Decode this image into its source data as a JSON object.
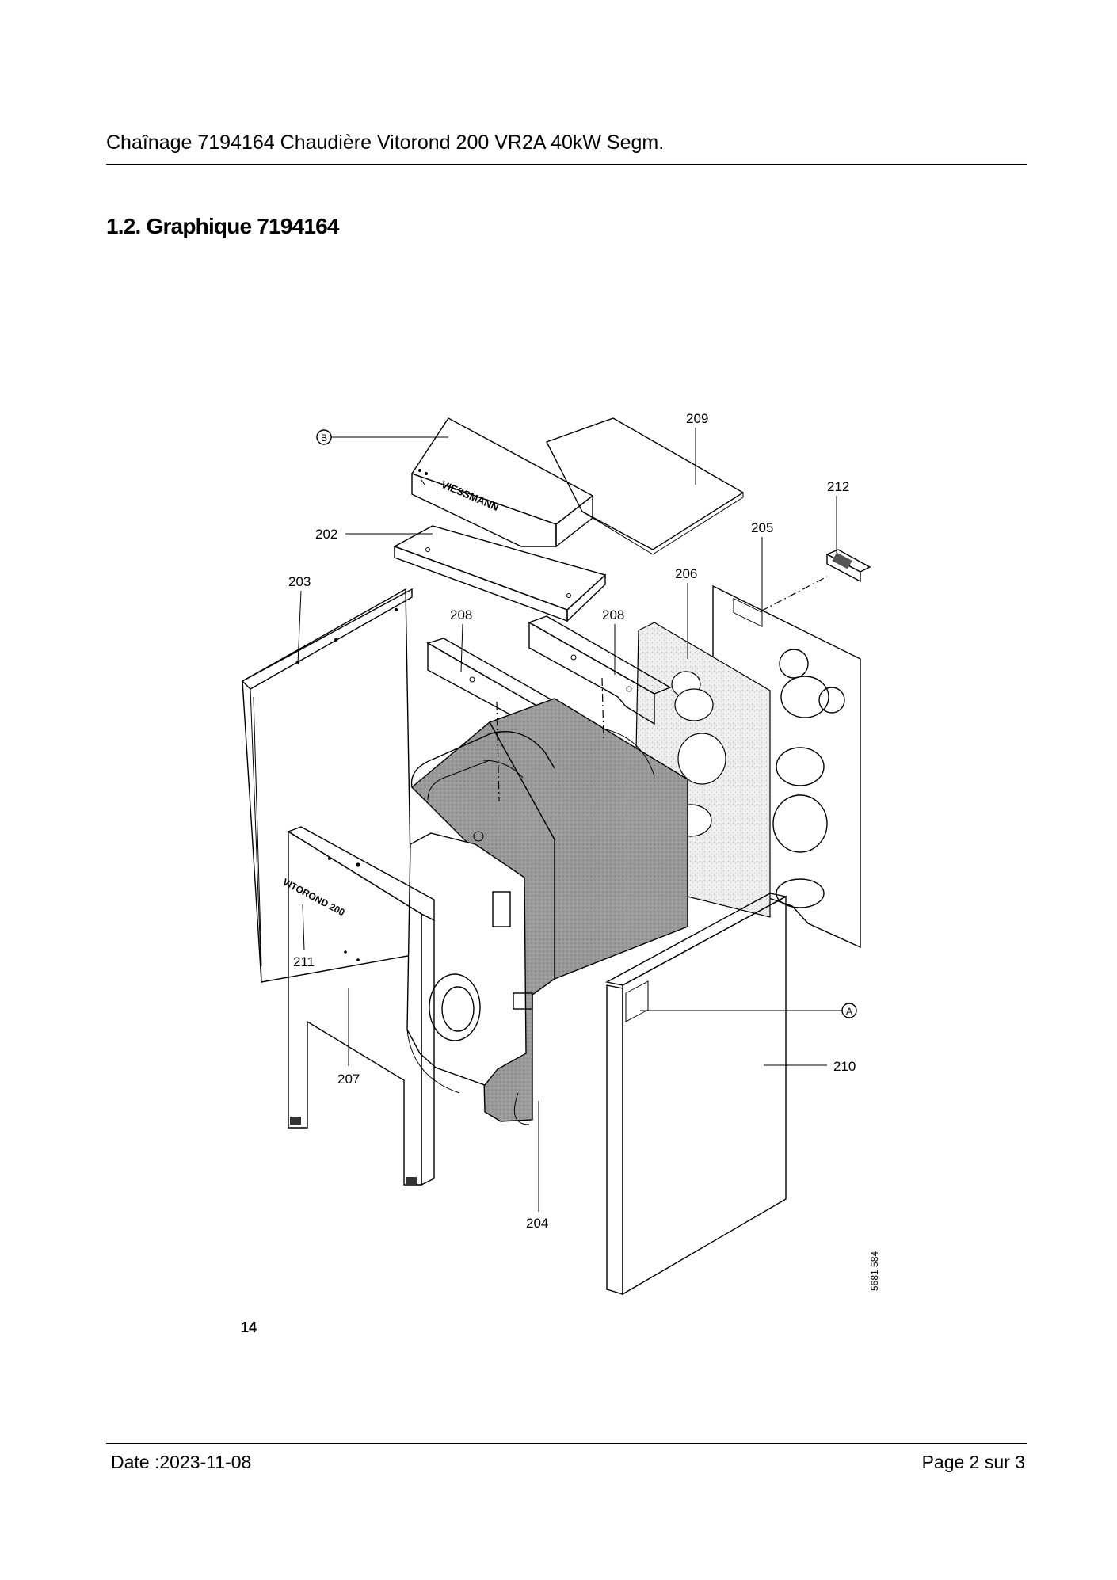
{
  "header": {
    "title": "Chaînage 7194164 Chaudière Vitorond 200 VR2A 40kW Segm."
  },
  "section": {
    "title": "1.2. Graphique 7194164"
  },
  "drawing": {
    "callouts": {
      "c209": "209",
      "c212": "212",
      "c205": "205",
      "c206": "206",
      "c202": "202",
      "c203": "203",
      "c208a": "208",
      "c208b": "208",
      "c211": "211",
      "c207": "207",
      "c204": "204",
      "c210": "210",
      "cB": "B",
      "cA": "A"
    },
    "front_panel_text": "VITOROND 200",
    "brand_text": "VIESSMANN",
    "drawing_code": "5681 584",
    "page_marker": "14"
  },
  "footer": {
    "date": "Date :2023-11-08",
    "page": "Page 2 sur  3"
  }
}
